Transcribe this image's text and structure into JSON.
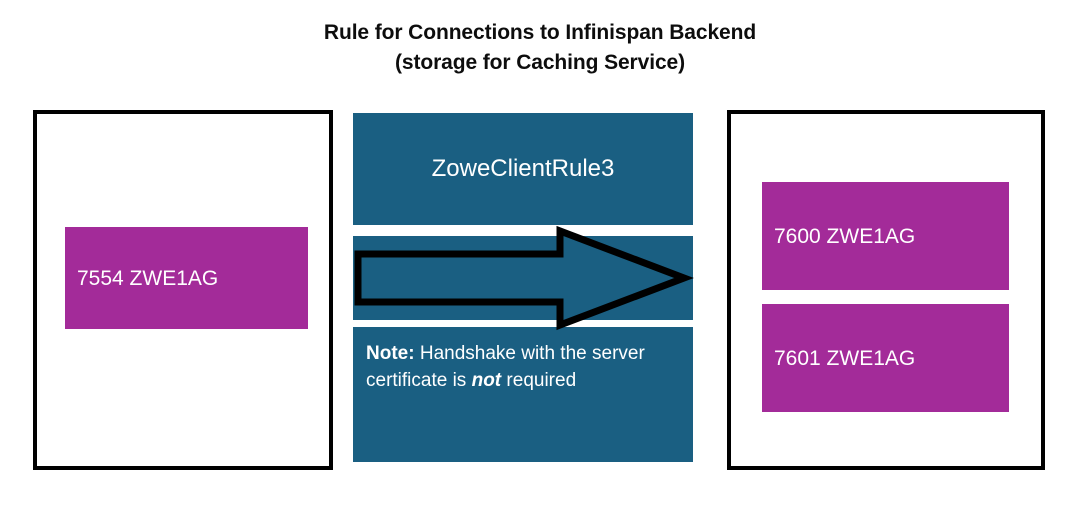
{
  "title": {
    "line1": "Rule for Connections to Infinispan Backend",
    "line2": "(storage for Caching Service)"
  },
  "colors": {
    "teal": "#1A5F82",
    "magenta": "#A32B99",
    "border": "#000000",
    "text_on_fill": "#FFFFFF",
    "title_text": "#0D0D0D",
    "background": "#FFFFFF"
  },
  "client_box": {
    "ports": [
      {
        "label": "7554 ZWE1AG"
      }
    ]
  },
  "rule_panel": {
    "rule_name": "ZoweClientRule3",
    "note": {
      "prefix": "Note:",
      "body_before_emphasis": " Handshake with the server certificate is ",
      "emphasis": "not",
      "body_after_emphasis": " required"
    },
    "arrow": {
      "direction": "right",
      "fill": "#1A5F82",
      "stroke": "#000000"
    }
  },
  "server_box": {
    "ports": [
      {
        "label": "7600 ZWE1AG"
      },
      {
        "label": "7601 ZWE1AG"
      }
    ]
  }
}
